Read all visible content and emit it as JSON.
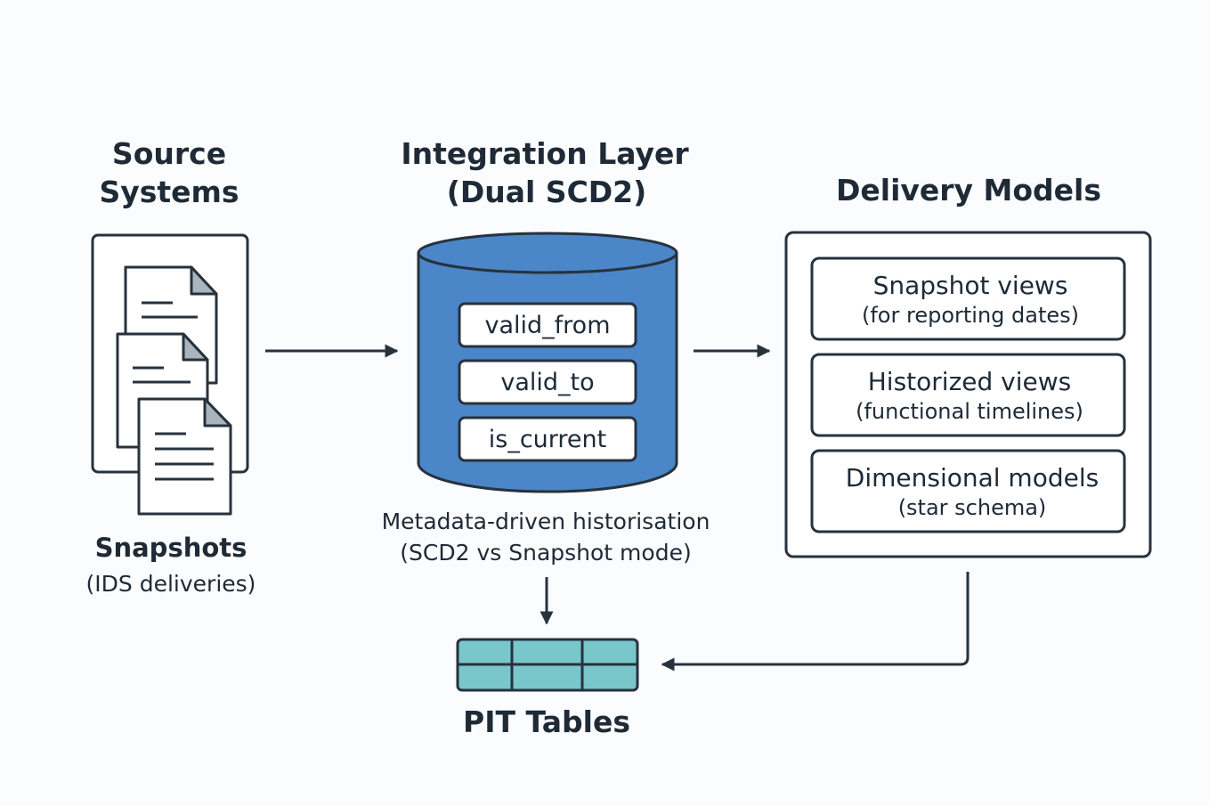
{
  "source": {
    "title_line1": "Source",
    "title_line2": "Systems",
    "label": "Snapshots",
    "caption": "(IDS deliveries)",
    "icon": "documents-icon"
  },
  "integration": {
    "title_line1": "Integration Layer",
    "title_line2": "(Dual SCD2)",
    "fields": [
      "valid_from",
      "valid_to",
      "is_current"
    ],
    "note_line1": "Metadata-driven historisation",
    "note_line2": "(SCD2 vs Snapshot mode)",
    "icon": "database-cylinder-icon"
  },
  "delivery": {
    "title": "Delivery Models",
    "views": [
      {
        "title": "Snapshot views",
        "subtitle": "(for reporting dates)"
      },
      {
        "title": "Historized views",
        "subtitle": "(functional timelines)"
      },
      {
        "title": "Dimensional models",
        "subtitle": "(star schema)"
      }
    ]
  },
  "pit": {
    "label": "PIT Tables",
    "icon": "table-icon"
  },
  "colors": {
    "cylinder_fill": "#4a86c8",
    "table_fill": "#79c6cb",
    "stroke": "#27323d",
    "background": "#fbfcfd"
  }
}
